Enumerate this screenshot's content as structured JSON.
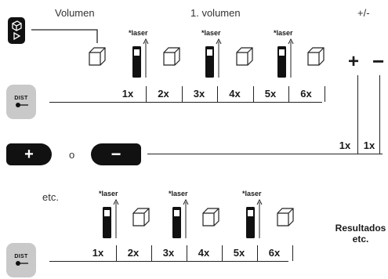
{
  "header": {
    "volumen": "Volumen",
    "volumen1": "1. volumen",
    "plusminus": "+/-"
  },
  "laser_label": "laser",
  "laser_star": "*",
  "symbols": {
    "plus": "+",
    "minus": "−"
  },
  "row1": {
    "cells": [
      "1x",
      "2x",
      "3x",
      "4x",
      "5x",
      "6x"
    ]
  },
  "row2": {
    "cells": [
      "1x",
      "1x"
    ]
  },
  "row3": {
    "cells": [
      "1x",
      "2x",
      "3x",
      "4x",
      "5x",
      "6x"
    ]
  },
  "buttons": {
    "dist_label": "DIST",
    "plus_label": "+",
    "minus_label": "−",
    "or_text": "o"
  },
  "etc_left": "etc.",
  "result": {
    "line1": "Resultados",
    "line2": "etc."
  },
  "icons": {
    "mode": "volume-mode-icon",
    "cube": "cube-outline-icon",
    "laser": "laser-device-icon",
    "dist": "dist-key-icon"
  }
}
